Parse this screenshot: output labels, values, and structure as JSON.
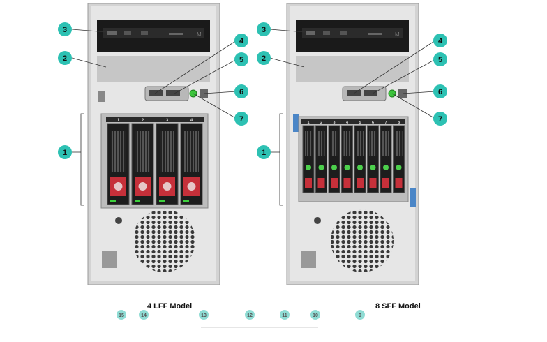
{
  "models": [
    {
      "id": "lff",
      "label": "4 LFF Model",
      "drive_count": 4
    },
    {
      "id": "sff",
      "label": "8 SFF Model",
      "drive_count": 8
    }
  ],
  "callouts": [
    "1",
    "2",
    "3",
    "4",
    "5",
    "6",
    "7"
  ],
  "bay_numbers_lff": [
    "1",
    "2",
    "3",
    "4"
  ],
  "bay_numbers_sff": [
    "1",
    "2",
    "3",
    "4",
    "5",
    "6",
    "7",
    "8"
  ],
  "rear_callouts": [
    "15",
    "14",
    "13",
    "12",
    "11",
    "10",
    "9"
  ],
  "colors": {
    "callout": "#2dc1b3",
    "chassis": "#d9d9d9",
    "drive_lff": "#c6303a",
    "drive_sff_led": "#4cd04c"
  }
}
